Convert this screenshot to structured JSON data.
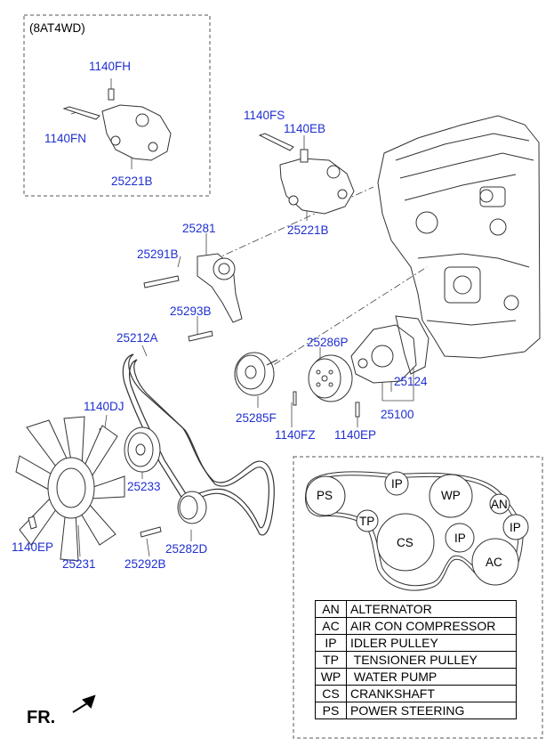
{
  "variant_label": "(8AT4WD)",
  "part_labels": {
    "p1140FH": "1140FH",
    "p1140FN": "1140FN",
    "p25221B_top": "25221B",
    "p1140FS": "1140FS",
    "p1140EB": "1140EB",
    "p25221B": "25221B",
    "p25281": "25281",
    "p25291B": "25291B",
    "p25293B": "25293B",
    "p25212A": "25212A",
    "p25286P": "25286P",
    "p25124": "25124",
    "p1140DJ": "1140DJ",
    "p25285F": "25285F",
    "p1140FZ": "1140FZ",
    "p1140EP_right": "1140EP",
    "p25100": "25100",
    "p25233": "25233",
    "p1140EP_left": "1140EP",
    "p25231": "25231",
    "p25292B": "25292B",
    "p25282D": "25282D"
  },
  "belt_routing": {
    "pulleys": {
      "PS": "PS",
      "IP1": "IP",
      "WP": "WP",
      "AN": "AN",
      "TP": "TP",
      "CS": "CS",
      "IP2": "IP",
      "IP3": "IP",
      "AC": "AC"
    }
  },
  "legend": [
    {
      "abbr": "AN",
      "name": "ALTERNATOR"
    },
    {
      "abbr": "AC",
      "name": "AIR CON COMPRESSOR"
    },
    {
      "abbr": "IP",
      "name": "IDLER PULLEY"
    },
    {
      "abbr": "TP",
      "name": " TENSIONER PULLEY"
    },
    {
      "abbr": "WP",
      "name": " WATER PUMP"
    },
    {
      "abbr": "CS",
      "name": "CRANKSHAFT"
    },
    {
      "abbr": "PS",
      "name": "POWER STEERING"
    }
  ],
  "direction_label": "FR."
}
